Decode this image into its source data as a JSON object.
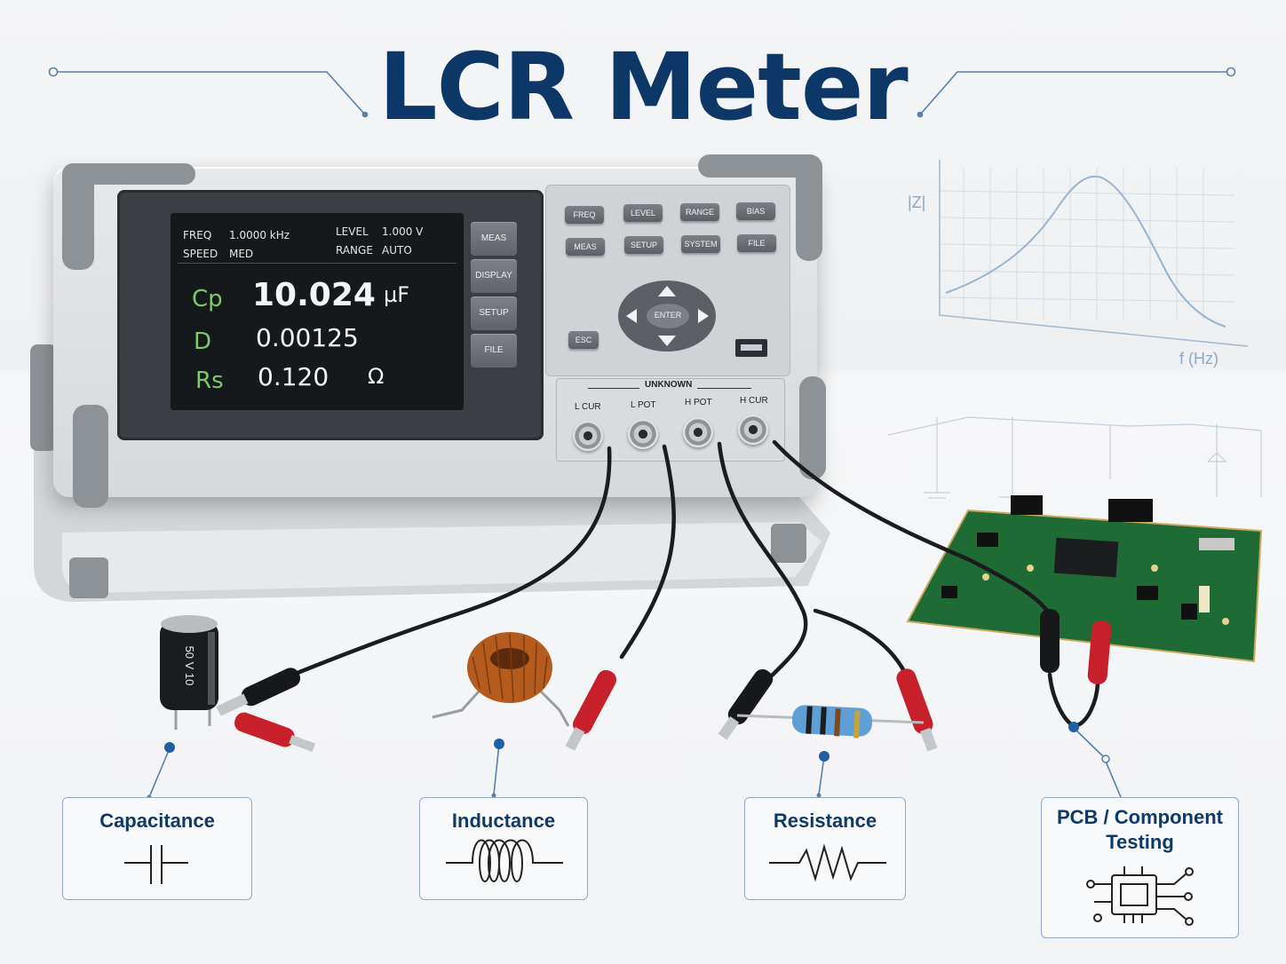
{
  "title": "LCR Meter",
  "screen": {
    "freq_label": "FREQ",
    "freq_value": "1.0000 kHz",
    "speed_label": "SPEED",
    "speed_value": "MED",
    "level_label": "LEVEL",
    "level_value": "1.000 V",
    "range_label": "RANGE",
    "range_value": "AUTO",
    "readings": [
      {
        "param": "Cp",
        "value": "10.024",
        "unit": "µF"
      },
      {
        "param": "D",
        "value": "0.00125",
        "unit": ""
      },
      {
        "param": "Rs",
        "value": "0.120",
        "unit": "Ω"
      }
    ]
  },
  "softkeys": [
    "MEAS",
    "DISPLAY",
    "SETUP",
    "FILE"
  ],
  "keys_row1": [
    "FREQ",
    "LEVEL",
    "RANGE",
    "BIAS"
  ],
  "keys_row2": [
    "MEAS",
    "SETUP",
    "SYSTEM",
    "FILE"
  ],
  "enter_label": "ENTER",
  "esc_label": "ESC",
  "terminals": {
    "group_label": "UNKNOWN",
    "labels": [
      "L CUR",
      "L POT",
      "H POT",
      "H CUR"
    ]
  },
  "graph": {
    "ylabel": "|Z|",
    "xlabel": "f (Hz)"
  },
  "capacitor_marking": "50 V 10",
  "callouts": [
    {
      "label": "Capacitance",
      "symbol": "capacitor-symbol"
    },
    {
      "label": "Inductance",
      "symbol": "inductor-symbol"
    },
    {
      "label": "Resistance",
      "symbol": "resistor-symbol"
    },
    {
      "label": "PCB / Component Testing",
      "symbol": "chip-symbol"
    }
  ],
  "colors": {
    "title": "#0d3767",
    "accent_line": "#2d5f92",
    "screen_param": "#7fc96a",
    "callout_border": "#8fa9c4"
  }
}
